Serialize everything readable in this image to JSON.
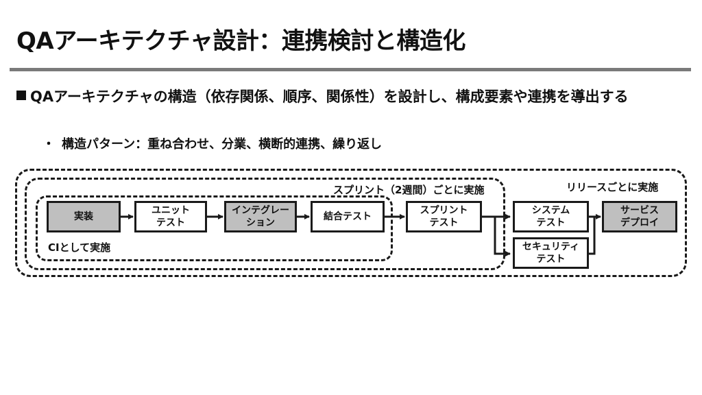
{
  "title": "QAアーキテクチャ設計：連携検討と構造化",
  "bullet_main": "QAアーキテクチャの構造（依存関係、順序、関係性）を設計し、構成要素や連携を導出する",
  "bullet_sub_marker": "・",
  "bullet_sub": "構造パターン：重ね合わせ、分業、横断的連携、繰り返し",
  "regions": {
    "release": "リリースごとに実施",
    "sprint": "スプリント（2週間）ごとに実施",
    "ci": "CIとして実施"
  },
  "nodes": {
    "impl": "実装",
    "unit": "ユニット\nテスト",
    "integration": "インテグレー\nション",
    "combined": "結合テスト",
    "sprint_test": "スプリント\nテスト",
    "system": "システム\nテスト",
    "security": "セキュリティ\nテスト",
    "deploy": "サービス\nデプロイ"
  },
  "colors": {
    "highlight_fill": "#bfbfbf",
    "normal_fill": "#ffffff",
    "rule": "#7a7a7a"
  }
}
